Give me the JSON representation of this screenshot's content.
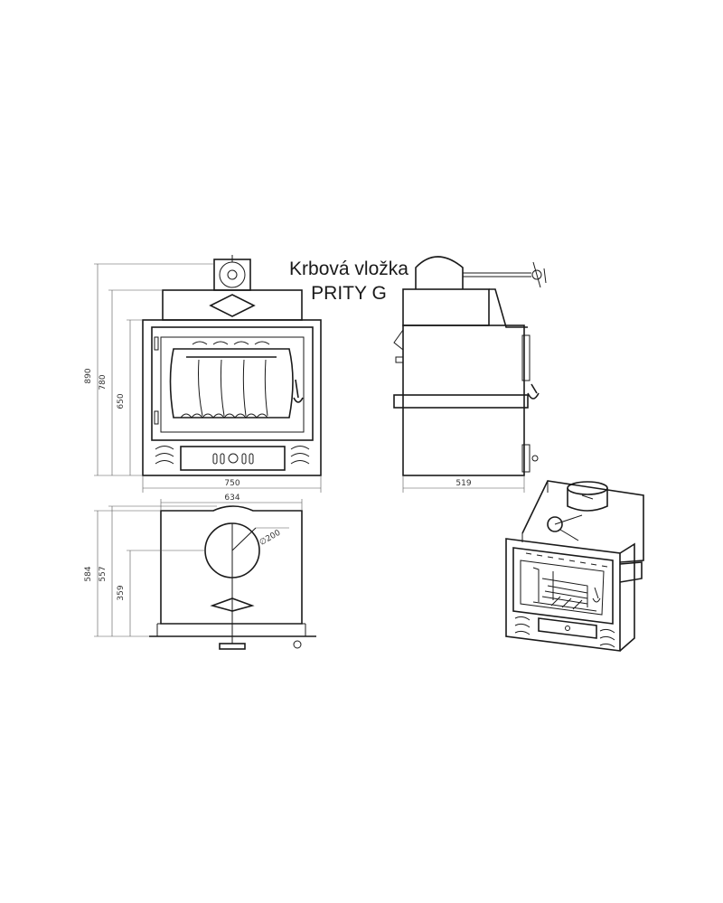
{
  "title": {
    "line1": "Krbová vložka",
    "line2": "PRITY G"
  },
  "front_view": {
    "dim_total_height": "890",
    "dim_body_height": "780",
    "dim_door_height": "650",
    "dim_width": "750"
  },
  "side_view": {
    "dim_depth": "519"
  },
  "top_view": {
    "dim_width": "634",
    "dim_depth_total": "584",
    "dim_depth": "557",
    "dim_flue_offset": "359",
    "dim_flue_diameter": "∅200"
  },
  "colors": {
    "line": "#1a1a1a",
    "background": "#ffffff"
  }
}
